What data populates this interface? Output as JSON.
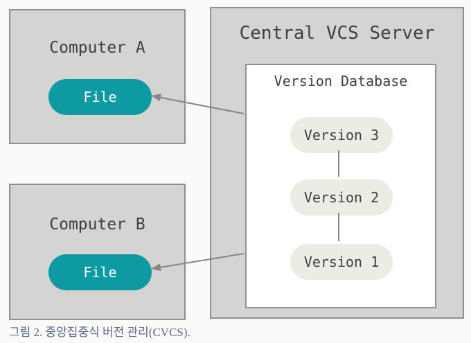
{
  "palette": {
    "page_bg": "#fbfaf8",
    "box_fill": "#d4d4d3",
    "box_border": "#8f8f8f",
    "inner_box_fill": "#ffffff",
    "file_pill_fill": "#0d9aa2",
    "file_pill_text": "#ffffff",
    "version_pill_fill": "#ecebe4",
    "diagram_text": "#3f3f3f",
    "arrow_color": "#868686",
    "caption_color": "#5c6b8a"
  },
  "diagram": {
    "computer_a": {
      "title": "Computer A",
      "file_label": "File"
    },
    "computer_b": {
      "title": "Computer B",
      "file_label": "File"
    },
    "server": {
      "title": "Central VCS Server",
      "database": {
        "title": "Version Database",
        "versions": [
          {
            "label": "Version 3"
          },
          {
            "label": "Version 2"
          },
          {
            "label": "Version 1"
          }
        ]
      }
    }
  },
  "caption": "그림 2. 중앙집중식 버전 관리(CVCS)."
}
